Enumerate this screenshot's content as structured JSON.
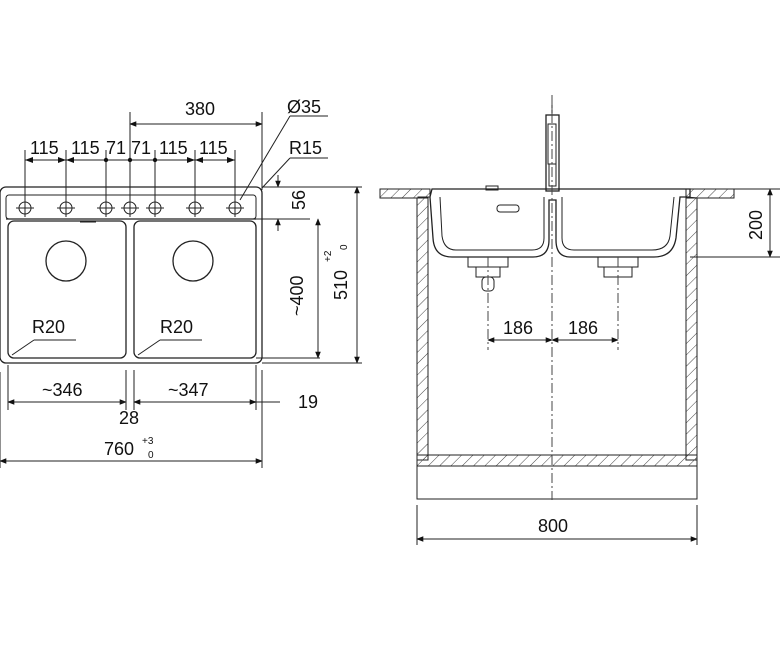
{
  "top_view": {
    "tap_hole_spacings": [
      "115",
      "115",
      "71",
      "71",
      "115",
      "115"
    ],
    "tap_span": "380",
    "hole_diameter": "Ø35",
    "corner_radius_outer": "R15",
    "deck_depth": "56",
    "bowl_depth": "~400",
    "overall_depth": "510",
    "overall_depth_tol_upper": "+2",
    "overall_depth_tol_lower": "0",
    "bowl_radius_left": "R20",
    "bowl_radius_right": "R20",
    "bowl_width_left": "~346",
    "bowl_width_right": "~347",
    "divider_width": "28",
    "side_margin": "19",
    "overall_width": "760",
    "overall_width_tol_upper": "+3",
    "overall_width_tol_lower": "0"
  },
  "side_view": {
    "drain_offset_left": "186",
    "drain_offset_right": "186",
    "bowl_height": "200",
    "cabinet_width": "800"
  }
}
